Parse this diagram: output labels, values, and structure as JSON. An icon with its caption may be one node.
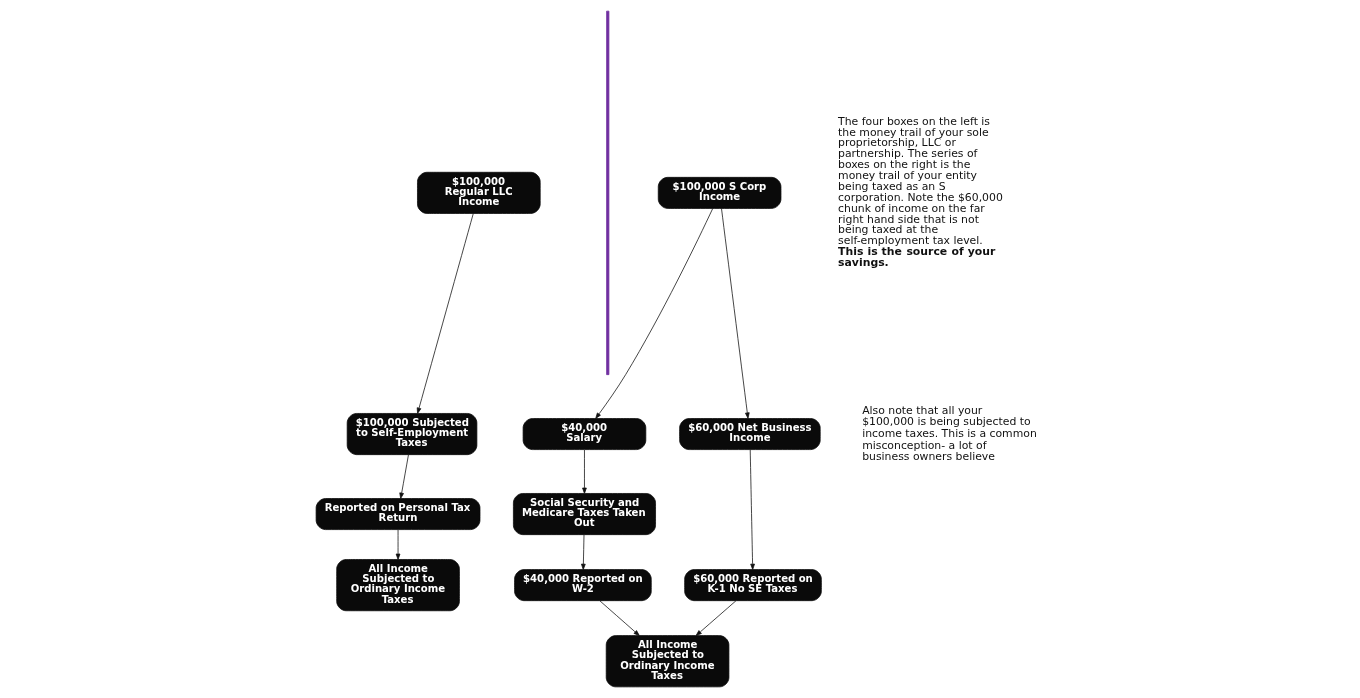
{
  "diagram": {
    "nodes": [
      {
        "text": [
          "$100,000 Regular LLC Income"
        ]
      },
      {
        "text": [
          "$100,000 Subjected to Self-Employment Taxes"
        ]
      },
      {
        "text": [
          "Reported on Personal Tax Return"
        ]
      },
      {
        "text": [
          "All Income Subjected to Ordinary Income Taxes"
        ]
      },
      {
        "text": [
          "$100,000 S Corp Income"
        ]
      },
      {
        "text": [
          "$40,000 Salary"
        ]
      },
      {
        "text": [
          "$60,000 Net Business Income"
        ]
      },
      {
        "text": [
          "Social Security and Medicare Taxes Taken Out"
        ]
      },
      {
        "text": [
          "$40,000 Reported on W-2"
        ]
      },
      {
        "text": [
          "$60,000 Reported on K-1 No SE Taxes"
        ]
      },
      {
        "text": [
          "All Income Subjected to Ordinary Income Taxes"
        ]
      }
    ],
    "edges": [
      {
        "from": 0,
        "to": 1,
        "arrow": "to"
      },
      {
        "from": 1,
        "to": 2,
        "arrow": "to"
      },
      {
        "from": 2,
        "to": 3,
        "arrow": "to"
      },
      {
        "from": 4,
        "to": 5,
        "arrow": "to"
      },
      {
        "from": 4,
        "to": 6,
        "arrow": "to"
      },
      {
        "from": 5,
        "to": 7,
        "arrow": "to"
      },
      {
        "from": 7,
        "to": 8,
        "arrow": "to"
      },
      {
        "from": 6,
        "to": 9,
        "arrow": "to"
      },
      {
        "from": 8,
        "to": 10,
        "arrow": "to"
      },
      {
        "from": 9,
        "to": 10,
        "arrow": "to"
      }
    ],
    "labels": [
      "The four boxes on the left is the money trail of your sole proprietorship, LLC or partnership. The series of boxes on the right is the money trail of your entity being taxed as an S corporation. Note the $60,000 chunk of income on the far right hand side that is not being taxed at the self-employment tax level. **This is the source of your savings.**",
      "Also note that all your $100,000 is being subjected to income taxes. This is a common misconception- a lot of business owners believe"
    ]
  }
}
